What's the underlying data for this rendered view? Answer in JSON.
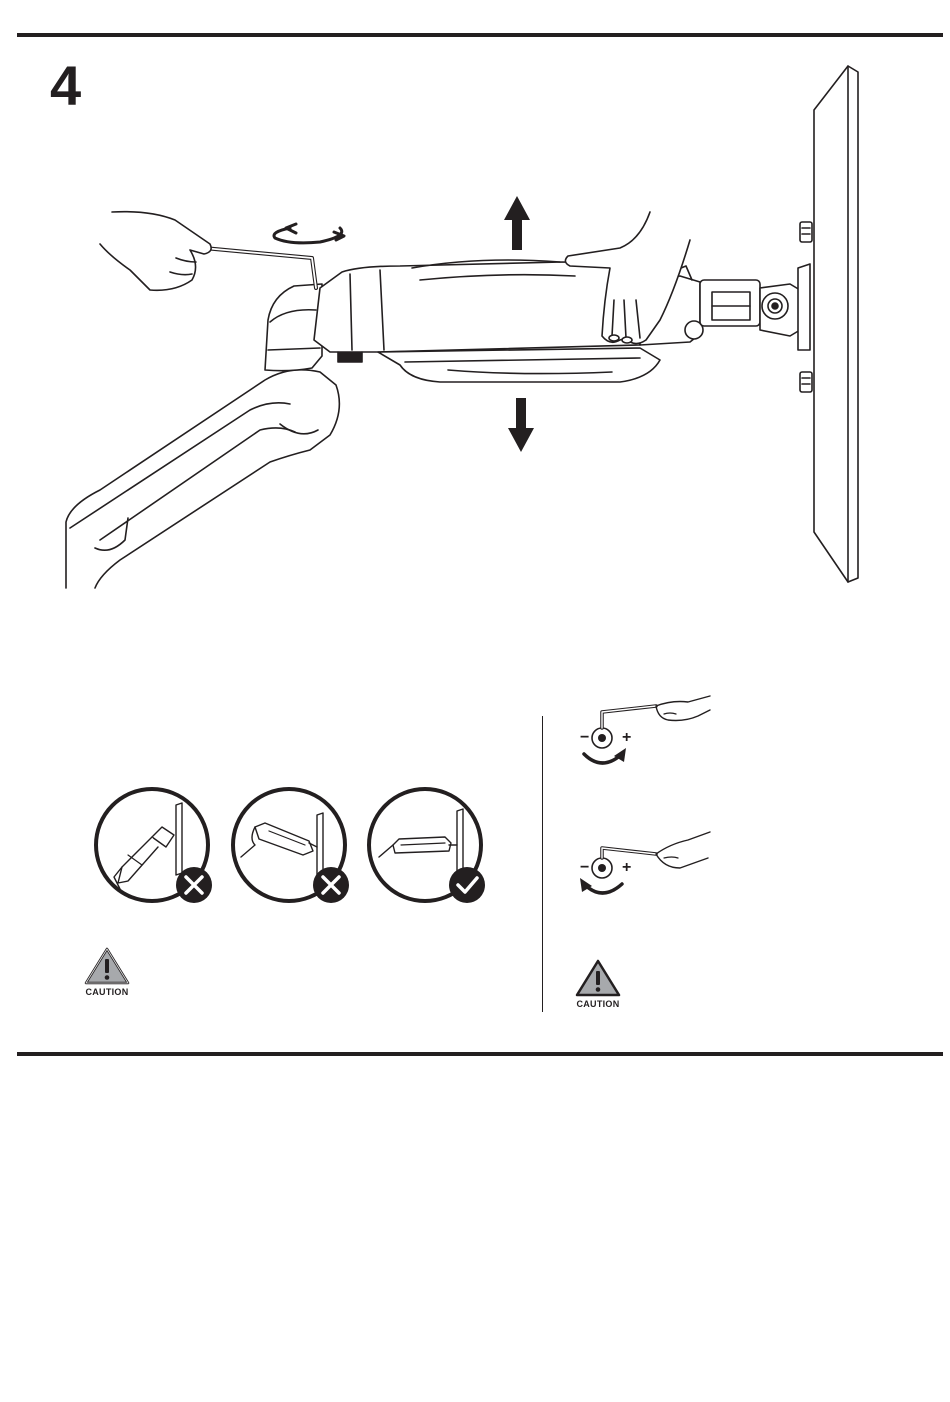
{
  "step": {
    "number": "4"
  },
  "caution": {
    "left_label": "CAUTION",
    "right_label": "CAUTION"
  },
  "adjustment": {
    "increase": {
      "minus_symbol": "−",
      "plus_symbol": "+"
    },
    "decrease": {
      "minus_symbol": "−",
      "plus_symbol": "+"
    }
  },
  "position_examples": [
    {
      "status": "incorrect",
      "icon": "x-mark-icon"
    },
    {
      "status": "incorrect",
      "icon": "x-mark-icon"
    },
    {
      "status": "correct",
      "icon": "check-mark-icon"
    }
  ],
  "colors": {
    "ink": "#231f20",
    "caution_fill": "#a7a9ac",
    "light_fill": "#e6e7e8"
  }
}
